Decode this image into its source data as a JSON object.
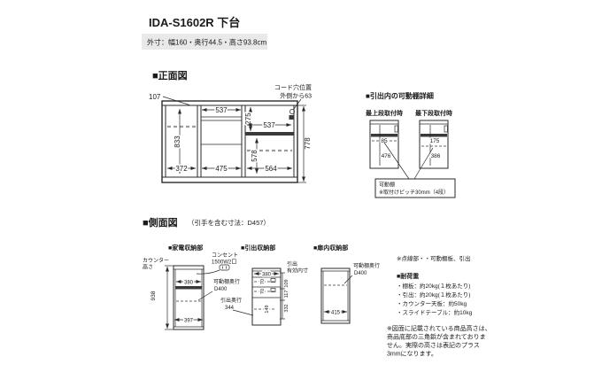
{
  "page": {
    "title": "IDA-S1602R 下台",
    "outer_dims": "外寸：幅160・奥行44.5・高さ93.8cm"
  },
  "front_view": {
    "heading": "■正面図",
    "top_offset": "107",
    "cord_hole_line1": "コード穴位置",
    "cord_hole_line2": "外側から63",
    "left_inner_height": "833",
    "mid_top_width": "537",
    "right_top_height": "275",
    "right_top_width": "537",
    "right_lower_height": "578",
    "total_height": "778",
    "left_width": "372",
    "mid_width": "475",
    "right_width": "564"
  },
  "shelf_detail": {
    "heading": "■引出内の可動棚詳細",
    "top_label": "最上段取付時",
    "bottom_label": "最下段取付時",
    "top_upper": "85",
    "top_lower": "476",
    "bottom_upper": "175",
    "bottom_lower": "386",
    "callout_line1": "可動棚",
    "callout_line2": "※取付けピッチ30mm（4段）"
  },
  "side_view": {
    "heading": "■側面図",
    "heading_note": "（引手を含む寸法：D457）",
    "appliance": {
      "heading": "■家電収納部",
      "counter_line1": "カウンター",
      "counter_line2": "高さ",
      "height": "938",
      "top_depth": "380",
      "outlet_line1": "コンセント",
      "outlet_line2": "1500W2口",
      "shelf_line1": "可動棚奥行",
      "shelf_line2": "D400",
      "bottom_depth": "397"
    },
    "drawer": {
      "heading": "■引出収納部",
      "top_depth": "380",
      "inner_line1": "引出",
      "inner_line2": "有効内寸",
      "h1": "109",
      "h2": "117",
      "h3": "332",
      "rail1": "70",
      "rail2": "70",
      "bottom_h": "149",
      "depth_line1": "引出奥行",
      "depth_line2": "344"
    },
    "door": {
      "heading": "■扉内収納部",
      "shelf_line1": "可動棚奥行",
      "shelf_line2": "D400",
      "depth": "415"
    }
  },
  "notes": {
    "dotted": "※点線部・・可動棚板、引出",
    "load_heading": "■耐荷重",
    "load_items": [
      "・棚板：約20kg(１枚あたり)",
      "・引出：約20kg(１枚あたり)",
      "・カウンター天板：約50kg",
      "・スライドテーブル：約10kg"
    ],
    "height_note": [
      "※図面に記載されている商品高さは、",
      "商品底部の三角鋲が含まれておりま",
      "せん。実際の高さは表記のプラス",
      "3mmになります。"
    ]
  }
}
